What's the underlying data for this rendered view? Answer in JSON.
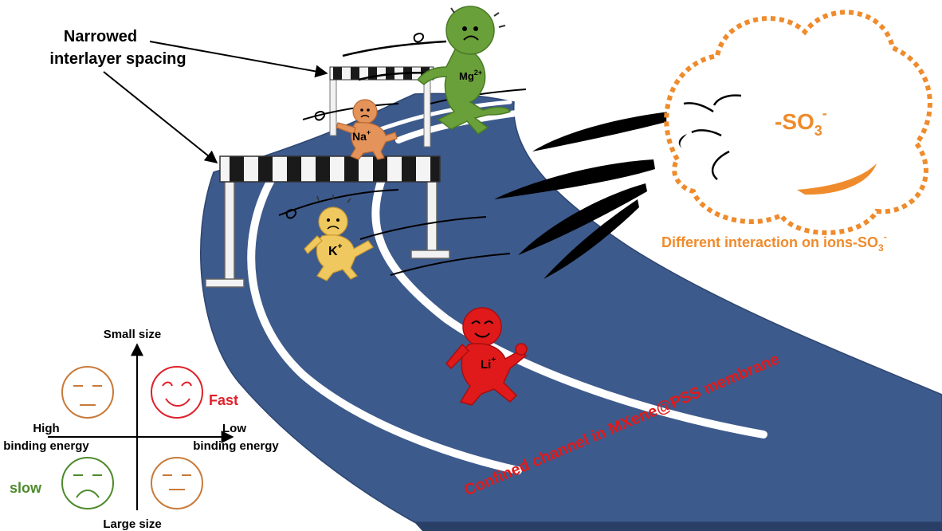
{
  "annotation": {
    "line1": "Narrowed",
    "line2": "interlayer spacing"
  },
  "cloud": {
    "group": "-SO",
    "subscript": "3",
    "superscript": "-",
    "caption_main": "Different interaction on ions-SO",
    "caption_sub": "3",
    "caption_sup": "-"
  },
  "ions": {
    "mg": {
      "base": "Mg",
      "sup": "2+"
    },
    "na": {
      "base": "Na",
      "sup": "+"
    },
    "k": {
      "base": "K",
      "sup": "+"
    },
    "li": {
      "base": "Li",
      "sup": "+"
    }
  },
  "track_caption": "Confined channel in MXene@PSS membrane",
  "quadrant": {
    "top": "Small size",
    "bottom": "Large size",
    "left_line1": "High",
    "left_line2": "binding energy",
    "right_line1": "Low",
    "right_line2": "binding energy",
    "fast": "Fast",
    "slow": "slow"
  },
  "colors": {
    "track": "#3d5a8c",
    "track_lane": "#ffffff",
    "accent_orange": "#ef8b2c",
    "li_red": "#e01a1a",
    "mg_green": "#6aa03a",
    "k_yellow": "#f0c860",
    "na_orange": "#e4935a",
    "fast_red": "#e0202a",
    "slow_green": "#4e8a2c",
    "neutral_face": "#c87a3a"
  }
}
